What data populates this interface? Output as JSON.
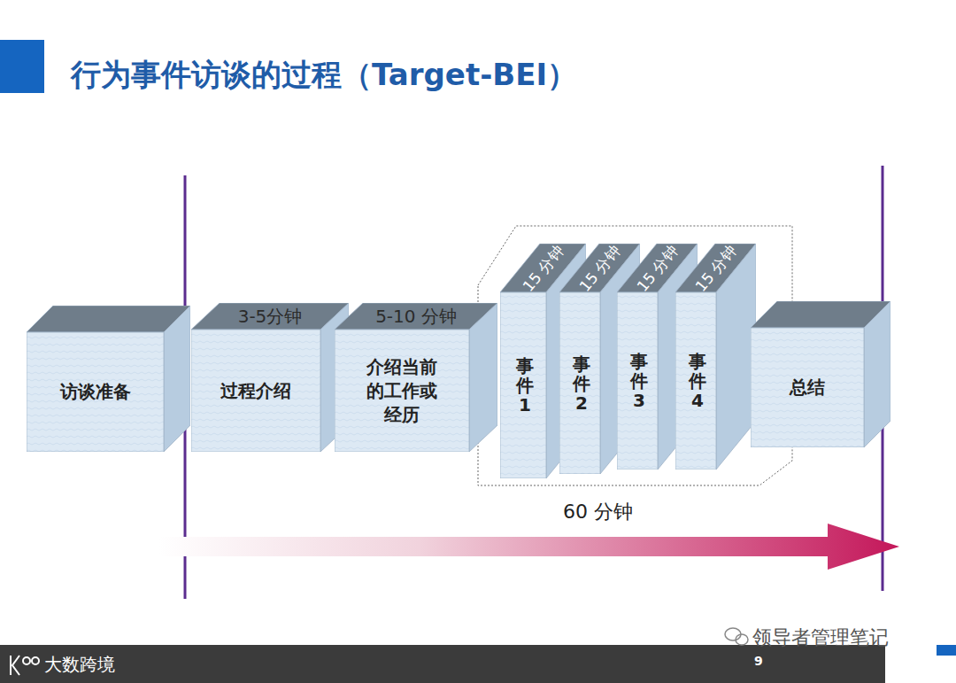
{
  "diagram": {
    "title": "行为事件访谈的过程（Target-BEI）",
    "nodes": [
      {
        "text": [
          "访谈准备"
        ]
      },
      {
        "text": [
          "3-5分钟",
          "过程介绍"
        ]
      },
      {
        "text": [
          "5-10 分钟",
          "介绍当前的工作或经历"
        ]
      },
      {
        "text": [
          "15 分钟",
          "事件1"
        ]
      },
      {
        "text": [
          "15 分钟",
          "事件2"
        ]
      },
      {
        "text": [
          "15 分钟",
          "事件3"
        ]
      },
      {
        "text": [
          "15 分钟",
          "事件4"
        ]
      },
      {
        "text": [
          "总结"
        ]
      }
    ],
    "labels": [
      "60 分钟",
      "9",
      "大数跨境",
      "领导者管理笔记"
    ]
  }
}
